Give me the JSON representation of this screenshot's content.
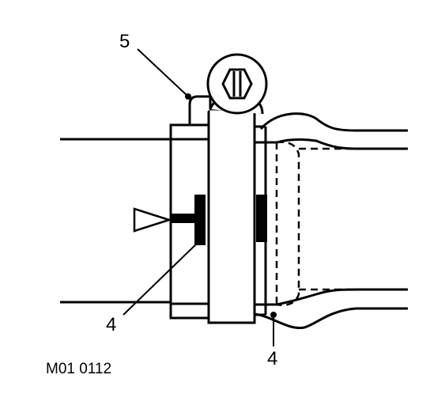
{
  "callouts": {
    "clamp_screw": "5",
    "alignment_mark_left": "4",
    "alignment_mark_right": "4"
  },
  "figure_code": "M01 0112"
}
